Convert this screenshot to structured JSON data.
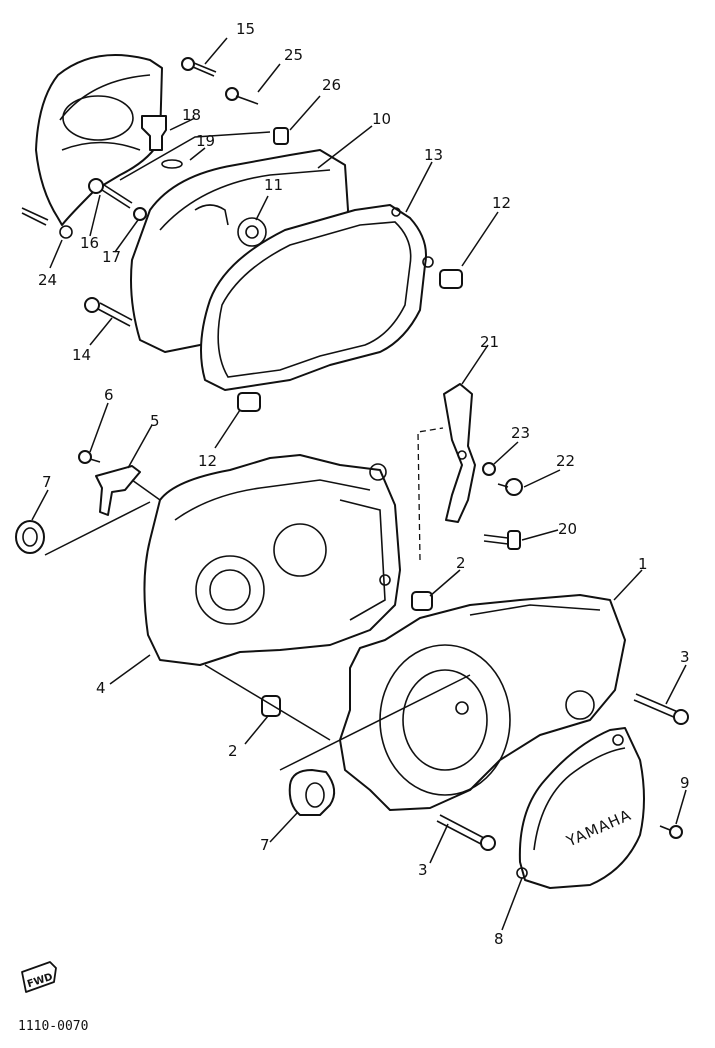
{
  "callouts": {
    "c1": "1",
    "c2a": "2",
    "c2b": "2",
    "c3a": "3",
    "c3b": "3",
    "c4": "4",
    "c5": "5",
    "c6": "6",
    "c7a": "7",
    "c7b": "7",
    "c8": "8",
    "c9": "9",
    "c10": "10",
    "c11": "11",
    "c12a": "12",
    "c12b": "12",
    "c13": "13",
    "c14": "14",
    "c15": "15",
    "c16": "16",
    "c17": "17",
    "c18": "18",
    "c19": "19",
    "c20": "20",
    "c21": "21",
    "c22": "22",
    "c23": "23",
    "c24": "24",
    "c25": "25",
    "c26": "26"
  },
  "cover_emboss": "YAMAHA",
  "fwd_mark": "FWD",
  "figure_code": "1110-0070"
}
